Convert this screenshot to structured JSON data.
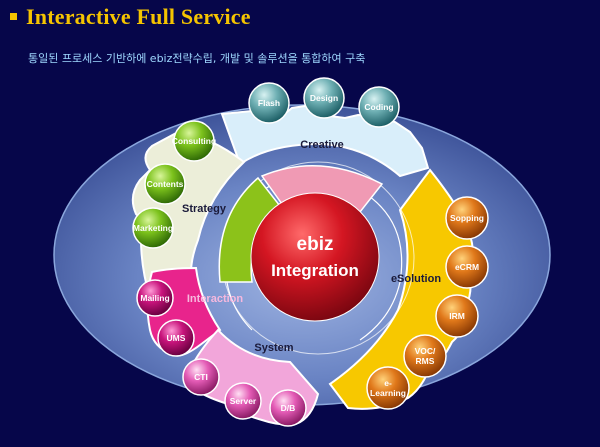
{
  "title": "Interactive Full Service",
  "subtitle": "통일된 프로세스 기반하에 ebiz전략수립, 개발 및 솔루션을 통합하여 구축",
  "center": {
    "line1": "ebiz",
    "line2": "Integration"
  },
  "segments": {
    "creative": {
      "label": "Creative",
      "items": [
        "Flash",
        "Design",
        "Coding"
      ]
    },
    "strategy": {
      "label": "Strategy",
      "items": [
        "Consulting",
        "Contents",
        "Marketing"
      ]
    },
    "interaction": {
      "label": "Interaction",
      "items": [
        "Mailing",
        "UMS"
      ]
    },
    "system": {
      "label": "System",
      "items": [
        "CTI",
        "Server",
        "D/B"
      ]
    },
    "esolution": {
      "label": "eSolution",
      "items": [
        "Sopping",
        "eCRM",
        "IRM",
        "VOC/\nRMS",
        "e-\nLearning"
      ]
    }
  },
  "colors": {
    "background": "#06064a",
    "title": "#f5c400",
    "subtitle": "#9fd8ff",
    "creative": "#d9eefa",
    "strategy": "#eceed9",
    "interaction": "#e8248c",
    "system": "#f2a6da",
    "esolution": "#f7c800",
    "center": "#c8101c",
    "inner_green": "#8cc21a",
    "inner_pink": "#f09ab4"
  }
}
